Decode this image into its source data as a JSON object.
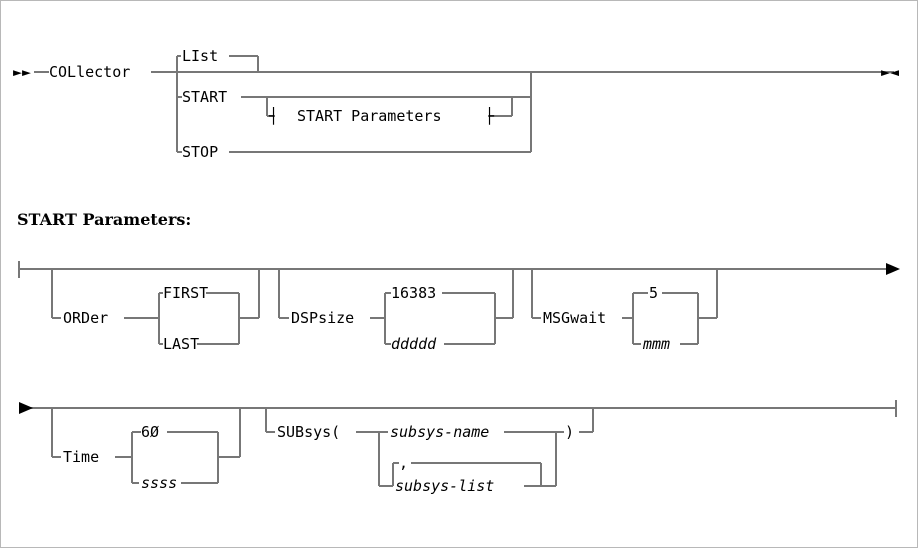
{
  "diagram": {
    "type": "railroad-syntax-diagram",
    "title_heading": "START Parameters:",
    "colors": {
      "line": "#777777",
      "text": "#000000",
      "border": "#b8b8b8",
      "background": "#ffffff"
    },
    "row1": {
      "start_marker": "►►",
      "end_marker_right": "►",
      "end_marker_left": "◄",
      "command": "COLlector",
      "branches": [
        {
          "label": "LIst",
          "position": "above",
          "default": true
        },
        {
          "label": "START",
          "position": "main"
        },
        {
          "label": "STOP",
          "position": "below"
        }
      ],
      "reference": {
        "label": "START Parameters",
        "left_bracket": "┤",
        "right_bracket": "├"
      }
    },
    "row2": {
      "start_marker": "│",
      "end_marker": "►",
      "groups": [
        {
          "keyword": "ORDer",
          "above": "FIRST",
          "below": "LAST",
          "above_italic": false,
          "below_italic": false
        },
        {
          "keyword": "DSPsize",
          "above": "16383",
          "below": "ddddd",
          "above_italic": false,
          "below_italic": true
        },
        {
          "keyword": "MSGwait",
          "above": "5",
          "below": "mmm",
          "above_italic": false,
          "below_italic": true
        }
      ]
    },
    "row3": {
      "start_marker": "►",
      "end_marker": "│",
      "groups": [
        {
          "keyword": "Time",
          "above": "6Ø",
          "below": "ssss",
          "above_italic": false,
          "below_italic": true
        }
      ],
      "subsys": {
        "keyword_open": "SUBsys(",
        "close_paren": ")",
        "primary": "subsys-name",
        "separator": ",",
        "repeat": "subsys-list"
      }
    }
  }
}
